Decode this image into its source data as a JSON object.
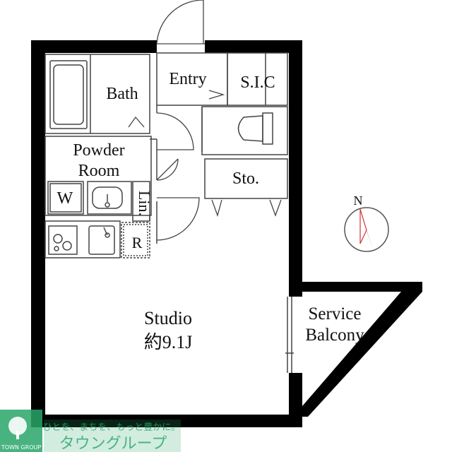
{
  "rooms": {
    "entry": "Entry",
    "sic": "S.I.C",
    "bath": "Bath",
    "powder_room_line1": "Powder",
    "powder_room_line2": "Room",
    "washer": "W",
    "linen": "Lin.",
    "refrigerator": "R",
    "storage": "Sto.",
    "studio": "Studio",
    "studio_size": "約9.1J",
    "balcony_line1": "Service",
    "balcony_line2": "Balcony"
  },
  "compass": {
    "north_label": "N"
  },
  "watermark": {
    "slogan": "ひとを、まちを、もっと豊かに。",
    "brand": "タウングループ",
    "brand_en": "TOWN GROUP"
  },
  "colors": {
    "wall": "#000000",
    "line": "#444444",
    "needle": "#d0323a",
    "watermark": "#2aa66a"
  }
}
